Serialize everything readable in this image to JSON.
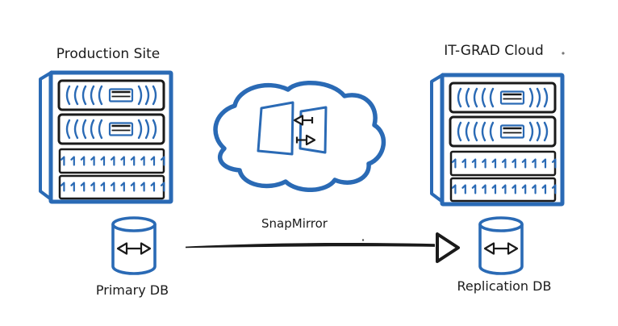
{
  "labels": {
    "production_site": "Production Site",
    "cloud": "IT-GRAD Cloud",
    "snapmirror": "SnapMirror",
    "primary_db": "Primary DB",
    "replication_db": "Replication DB"
  },
  "colors": {
    "accent_blue": "#2a6ab5",
    "ink_black": "#1a1a1a"
  },
  "icons": {
    "production_rack": "server-rack-icon",
    "cloud": "cloud-icon",
    "sync": "sync-arrows-icon",
    "primary_db": "database-cylinder-icon",
    "replication_db": "database-cylinder-icon",
    "snapmirror_arrow": "right-arrow"
  }
}
